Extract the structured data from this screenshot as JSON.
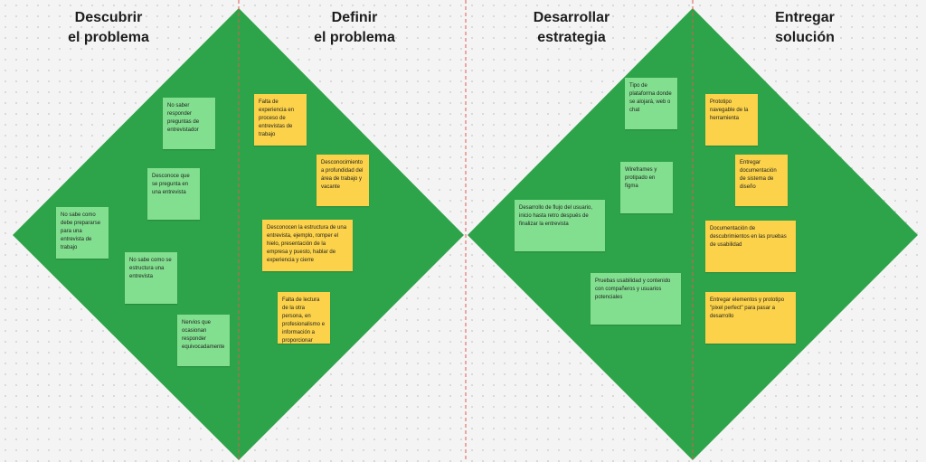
{
  "phases": [
    {
      "title": "Descubrir\nel problema"
    },
    {
      "title": "Definir\nel problema"
    },
    {
      "title": "Desarrollar\nestrategia"
    },
    {
      "title": "Entregar\nsolución"
    }
  ],
  "colors": {
    "diamond": "#2ea44a",
    "note_green": "#83df90",
    "note_yellow": "#fbd24a",
    "divider": "#e0584c"
  },
  "notes": {
    "discover": [
      "No saber responder preguntas de entrevistador",
      "Desconoce que se pregunta en una entrevista",
      "No sabe como debe prepararse para una entrevista de trabajo",
      "No sabe como se estructura una entrevista",
      "Nervios que ocasionan responder equivocadamente"
    ],
    "define": [
      "Falta de experiencia en proceso de entrevistas de trabajo",
      "Desconocimiento a profundidad del área de trabajo y vacante",
      "Desconocen la estructura de una entrevista, ejemplo, romper el hielo, presentación de la empresa y puesto, hablar de experiencia y cierre",
      "Falta de lectura de la otra persona, en profesionalismo e información a proporcionar"
    ],
    "develop": [
      "Tipo de plataforma donde se alojará, web o chat",
      "Wireframes y protipado en figma",
      "Desarrollo de flujo del usuario, inicio hasta retro después de finalizar la entrevista",
      "Pruebas usabilidad y contenido con compañeros y usuarios potenciales"
    ],
    "deliver": [
      "Prototipo navegable de la herramienta",
      "Entregar documentación de sistema de diseño",
      "Documentación de descubrimientos en las pruebas de usabilidad",
      "Entregar elementos y prototipo \"pixel perfect\" para pasar a desarrollo"
    ]
  }
}
